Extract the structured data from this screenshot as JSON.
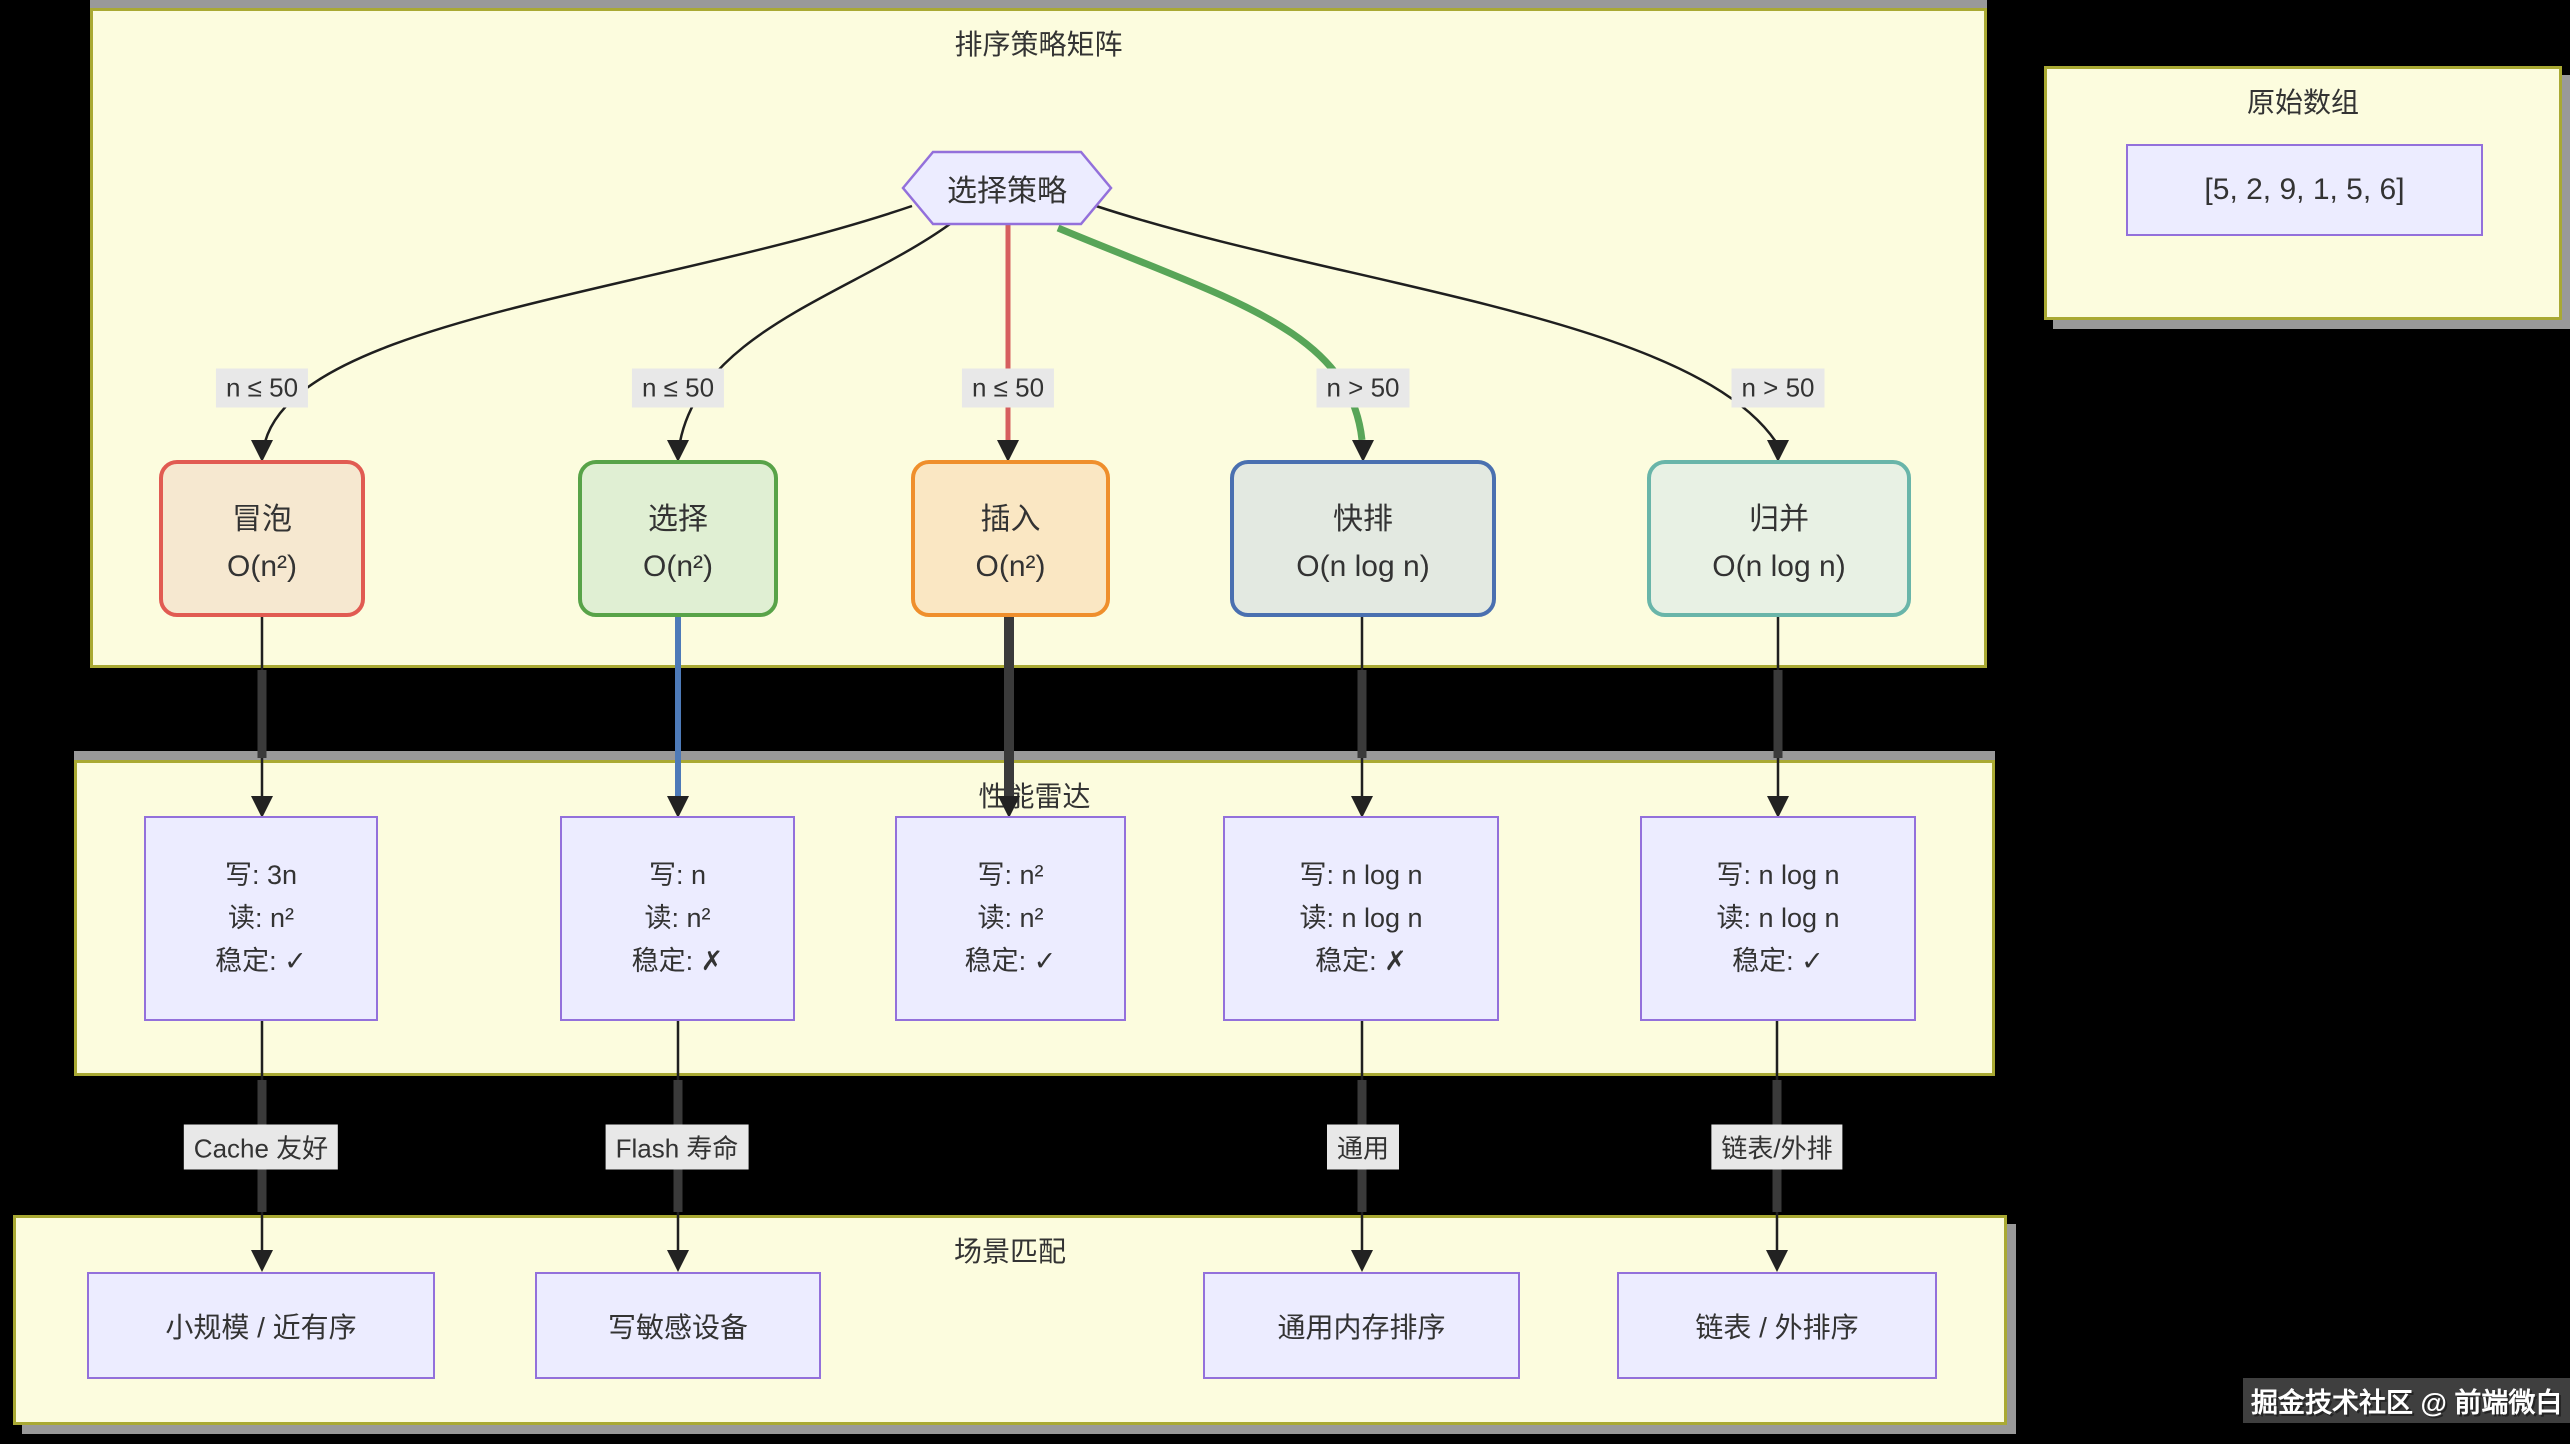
{
  "diagram": {
    "strategy_matrix": {
      "title": "排序策略矩阵",
      "decision": "选择策略",
      "edge_labels_top": [
        "n ≤ 50",
        "n ≤ 50",
        "n ≤ 50",
        "n > 50",
        "n > 50"
      ],
      "algorithms": [
        {
          "name": "冒泡",
          "complexity": "O(n²)",
          "border_color": "#e15b52",
          "fill": "#f6e8d0"
        },
        {
          "name": "选择",
          "complexity": "O(n²)",
          "border_color": "#58a348",
          "fill": "#e0efd3"
        },
        {
          "name": "插入",
          "complexity": "O(n²)",
          "border_color": "#ef8f2c",
          "fill": "#fae7c3"
        },
        {
          "name": "快排",
          "complexity": "O(n log n)",
          "border_color": "#4a70b0",
          "fill": "#e3e9e1"
        },
        {
          "name": "归并",
          "complexity": "O(n log n)",
          "border_color": "#69b5a9",
          "fill": "#e8f1e4"
        }
      ]
    },
    "original_array": {
      "title": "原始数组",
      "value": "[5, 2, 9, 1, 5, 6]"
    },
    "performance_radar": {
      "title": "性能雷达",
      "cards": [
        {
          "lines": [
            "写: 3n",
            "读: n²",
            "稳定: ✓"
          ]
        },
        {
          "lines": [
            "写: n",
            "读: n²",
            "稳定: ✗"
          ]
        },
        {
          "lines": [
            "写: n²",
            "读: n²",
            "稳定: ✓"
          ]
        },
        {
          "lines": [
            "写: n log n",
            "读: n log n",
            "稳定: ✗"
          ]
        },
        {
          "lines": [
            "写: n log n",
            "读: n log n",
            "稳定: ✓"
          ]
        }
      ]
    },
    "scenario_match": {
      "title": "场景匹配",
      "edge_labels": [
        "Cache 友好",
        "Flash 寿命",
        "通用",
        "链表/外排"
      ],
      "scenarios": [
        "小规模 / 近有序",
        "写敏感设备",
        "通用内存排序",
        "链表 / 外排序"
      ]
    }
  },
  "watermark": "掘金技术社区 @ 前端微白",
  "colors": {
    "page_bg": "#000000",
    "container_bg": "#fcfcde",
    "container_border": "#a9a933",
    "shadow": "#999999",
    "node_bg": "#ececff",
    "node_border": "#9370db",
    "edge_label_bg": "#e8e8e8",
    "text": "#333333",
    "edge_red": "#d65f5f",
    "edge_green": "#58a558",
    "edge_blue": "#4d7ab8",
    "edge_dark": "#3a3a3a"
  }
}
